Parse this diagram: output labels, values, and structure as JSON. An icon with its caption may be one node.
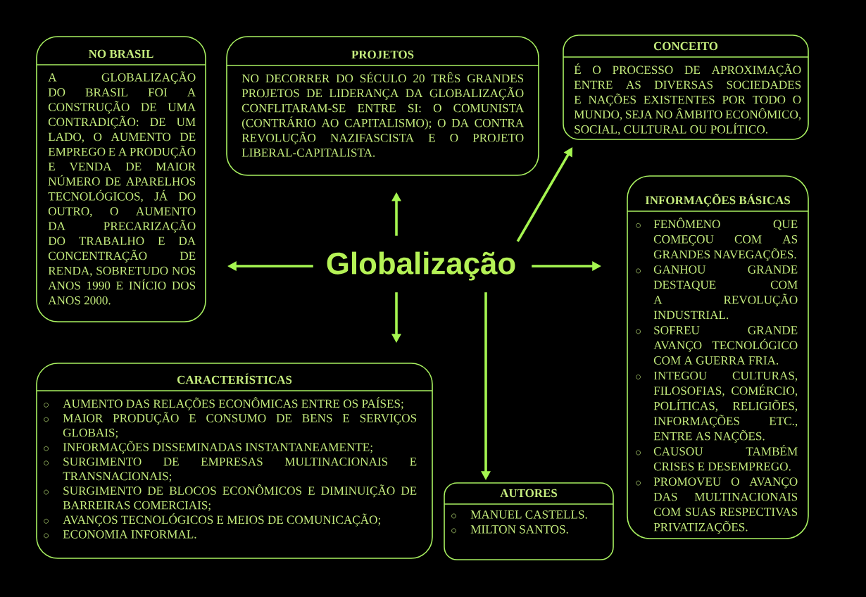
{
  "diagram": {
    "nodes": [
      {
        "text": [
          "NO BRASIL",
          "A GLOBALIZAÇÃO DO BRASIL FOI A CONSTRUÇÃO DE UMA CONTRADIÇÃO: DE UM LADO, O AUMENTO DE EMPREGO E A PRODUÇÃO E VENDA DE MAIOR NÚMERO DE APARELHOS TECNOLÓGICOS, JÁ DO OUTRO, O AUMENTO DA PRECARIZAÇÃO DO TRABALHO E DA CONCENTRAÇÃO DE RENDA, SOBRETUDO NOS ANOS 1990 E INÍCIO DOS ANOS 2000."
        ]
      },
      {
        "text": [
          "PROJETOS",
          "NO DECORRER DO SÉCULO 20 TRÊS GRANDES PROJETOS DE LIDERANÇA DA GLOBALIZAÇÃO CONFLITARAM-SE ENTRE SI: O COMUNISTA (CONTRÁRIO AO CAPITALISMO); O DA CONTRA REVOLUÇÃO NAZIFASCISTA E O PROJETO LIBERAL-CAPITALISTA."
        ]
      },
      {
        "text": [
          "CONCEITO",
          "É O PROCESSO DE APROXIMAÇÃO ENTRE AS DIVERSAS SOCIEDADES E NAÇÕES EXISTENTES POR TODO O MUNDO, SEJA NO ÂMBITO ECONÔMICO, SOCIAL, CULTURAL OU POLÍTICO."
        ]
      },
      {
        "text": [
          "Globalização"
        ]
      },
      {
        "text": [
          "INFORMAÇÕES BÁSICAS",
          "FENÔMENO QUE COMEÇOU COM AS GRANDES NAVEGAÇÕES.",
          "GANHOU GRANDE DESTAQUE COM A REVOLUÇÃO INDUSTRIAL.",
          "SOFREU GRANDE AVANÇO TECNOLÓGICO COM A GUERRA FRIA.",
          "INTEGOU CULTURAS, FILOSOFIAS, COMÉRCIO, POLÍTICAS, RELIGIÕES, INFORMAÇÕES ETC., ENTRE AS NAÇÕES.",
          "CAUSOU TAMBÉM CRISES E DESEMPREGO.",
          "PROMOVEU O AVANÇO DAS MULTINACIONAIS COM SUAS RESPECTIVAS PRIVATIZAÇÕES."
        ]
      },
      {
        "text": [
          "CARACTERÍSTICAS",
          "AUMENTO DAS RELAÇÕES ECONÔMICAS ENTRE OS PAÍSES;",
          "MAIOR PRODUÇÃO E CONSUMO DE BENS E SERVIÇOS GLOBAIS;",
          "INFORMAÇÕES DISSEMINADAS INSTANTANEAMENTE;",
          "SURGIMENTO DE EMPRESAS MULTINACIONAIS E TRANSNACIONAIS;",
          "SURGIMENTO DE BLOCOS ECONÔMICOS E DIMINUIÇÃO DE BARREIRAS COMERCIAIS;",
          "AVANÇOS TECNOLÓGICOS E MEIOS DE COMUNICAÇÃO;",
          "ECONOMIA INFORMAL."
        ]
      },
      {
        "text": [
          "AUTORES",
          "MANUEL CASTELLS.",
          "MILTON SANTOS."
        ]
      }
    ],
    "edges": [
      {
        "from": 3,
        "to": 0,
        "arrow": "to"
      },
      {
        "from": 3,
        "to": 1,
        "arrow": "to"
      },
      {
        "from": 3,
        "to": 2,
        "arrow": "to"
      },
      {
        "from": 3,
        "to": 4,
        "arrow": "to"
      },
      {
        "from": 3,
        "to": 5,
        "arrow": "to"
      },
      {
        "from": 3,
        "to": 6,
        "arrow": "to"
      }
    ]
  }
}
